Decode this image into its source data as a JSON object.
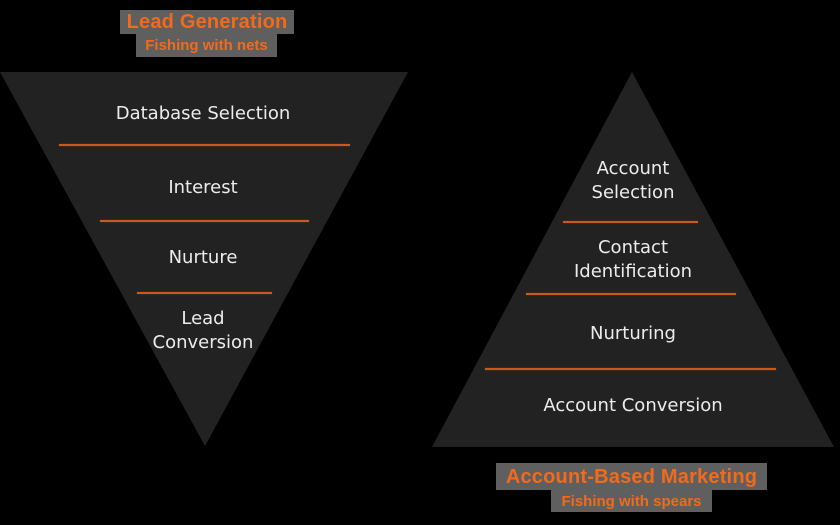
{
  "colors": {
    "background": "#000000",
    "shape_fill": "#222222",
    "divider": "#c8591f",
    "title_text": "#f26a1b",
    "title_highlight": "#5f5f5f",
    "label_text": "#ececec"
  },
  "lead_generation": {
    "title": "Lead Generation",
    "subtitle": "Fishing with nets",
    "shape": "inverted-triangle-funnel",
    "stages": [
      {
        "label": "Database Selection"
      },
      {
        "label": "Interest"
      },
      {
        "label": "Nurture"
      },
      {
        "label_line1": "Lead",
        "label_line2": "Conversion"
      }
    ]
  },
  "account_based_marketing": {
    "title": "Account-Based Marketing",
    "subtitle": "Fishing with spears",
    "shape": "triangle-pyramid",
    "stages": [
      {
        "label_line1": "Account",
        "label_line2": "Selection"
      },
      {
        "label_line1": "Contact",
        "label_line2": "Identification"
      },
      {
        "label": "Nurturing"
      },
      {
        "label": "Account Conversion"
      }
    ]
  }
}
